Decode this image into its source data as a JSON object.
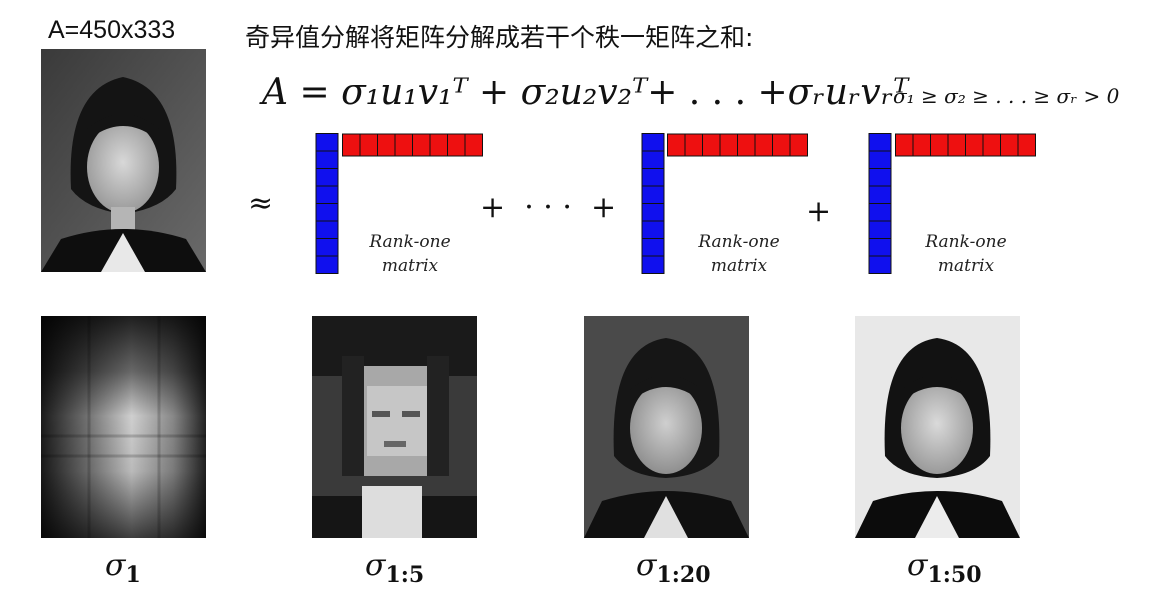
{
  "header": {
    "matrix_label": "A=450x333",
    "title": "奇异值分解将矩阵分解成若干个秩一矩阵之和:"
  },
  "formula": {
    "lhs": "A",
    "equals": "=",
    "term1": "σ₁u₁v₁ᵀ",
    "plus1": "+",
    "term2": "σ₂u₂v₂ᵀ",
    "plus2": "+ . . . +",
    "termr": "σᵣuᵣvᵣᵀ",
    "constraint": "σ₁ ≥ σ₂ ≥ . . . ≥ σᵣ > 0"
  },
  "approx": {
    "symbol": "≈",
    "plus_dots": "+  · · ·  +",
    "plus": "+",
    "rank_one_line1": "Rank-one",
    "rank_one_line2": "matrix",
    "column_cells": 8,
    "row_cells": 8,
    "colors": {
      "column": "#1010ee",
      "row": "#ee1010",
      "border": "#111111"
    }
  },
  "reconstructions": [
    {
      "sigma": "σ",
      "sub": "1"
    },
    {
      "sigma": "σ",
      "sub": "1:5"
    },
    {
      "sigma": "σ",
      "sub": "1:20"
    },
    {
      "sigma": "σ",
      "sub": "1:50"
    }
  ]
}
